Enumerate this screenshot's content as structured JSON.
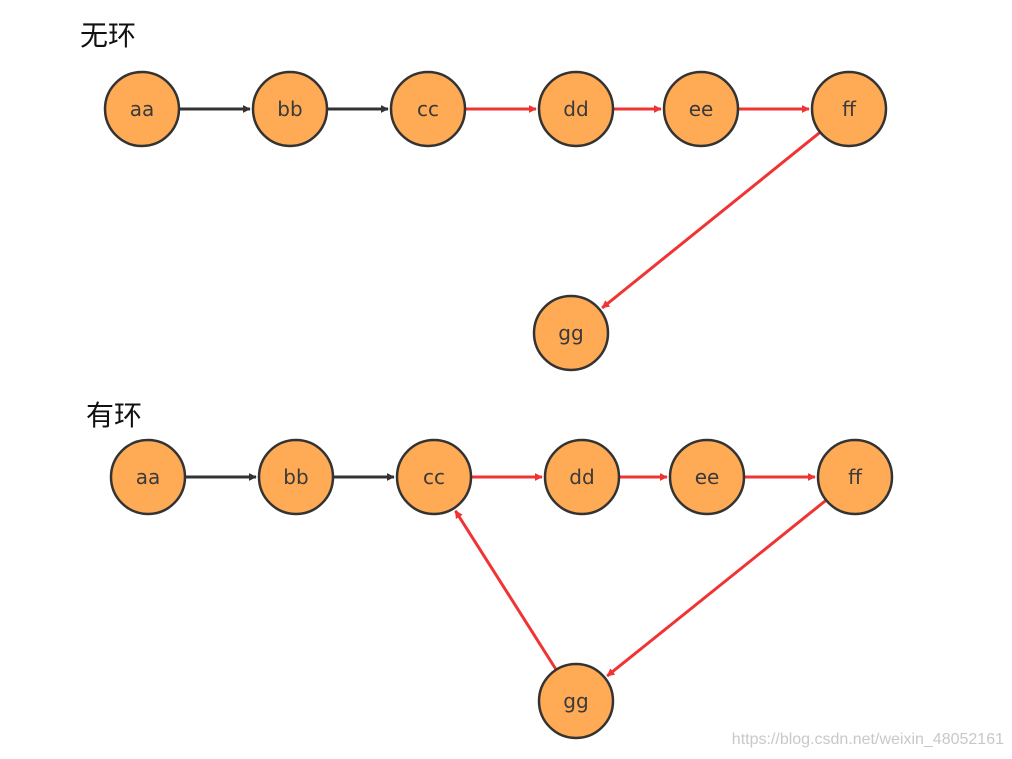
{
  "colors": {
    "node_fill": "#FFAA55",
    "node_stroke": "#333333",
    "edge_black": "#333333",
    "edge_red": "#F03434",
    "label": "#3a3a3a"
  },
  "diagrams": [
    {
      "title": "无环",
      "nodes": [
        {
          "id": "aa",
          "label": "aa"
        },
        {
          "id": "bb",
          "label": "bb"
        },
        {
          "id": "cc",
          "label": "cc"
        },
        {
          "id": "dd",
          "label": "dd"
        },
        {
          "id": "ee",
          "label": "ee"
        },
        {
          "id": "ff",
          "label": "ff"
        },
        {
          "id": "gg",
          "label": "gg"
        }
      ],
      "edges": [
        {
          "from": "aa",
          "to": "bb",
          "color": "black"
        },
        {
          "from": "bb",
          "to": "cc",
          "color": "black"
        },
        {
          "from": "cc",
          "to": "dd",
          "color": "red"
        },
        {
          "from": "dd",
          "to": "ee",
          "color": "red"
        },
        {
          "from": "ee",
          "to": "ff",
          "color": "red"
        },
        {
          "from": "ff",
          "to": "gg",
          "color": "red"
        }
      ]
    },
    {
      "title": "有环",
      "nodes": [
        {
          "id": "aa",
          "label": "aa"
        },
        {
          "id": "bb",
          "label": "bb"
        },
        {
          "id": "cc",
          "label": "cc"
        },
        {
          "id": "dd",
          "label": "dd"
        },
        {
          "id": "ee",
          "label": "ee"
        },
        {
          "id": "ff",
          "label": "ff"
        },
        {
          "id": "gg",
          "label": "gg"
        }
      ],
      "edges": [
        {
          "from": "aa",
          "to": "bb",
          "color": "black"
        },
        {
          "from": "bb",
          "to": "cc",
          "color": "black"
        },
        {
          "from": "cc",
          "to": "dd",
          "color": "red"
        },
        {
          "from": "dd",
          "to": "ee",
          "color": "red"
        },
        {
          "from": "ee",
          "to": "ff",
          "color": "red"
        },
        {
          "from": "ff",
          "to": "gg",
          "color": "red"
        },
        {
          "from": "gg",
          "to": "cc",
          "color": "red"
        }
      ]
    }
  ],
  "watermark": "https://blog.csdn.net/weixin_48052161"
}
